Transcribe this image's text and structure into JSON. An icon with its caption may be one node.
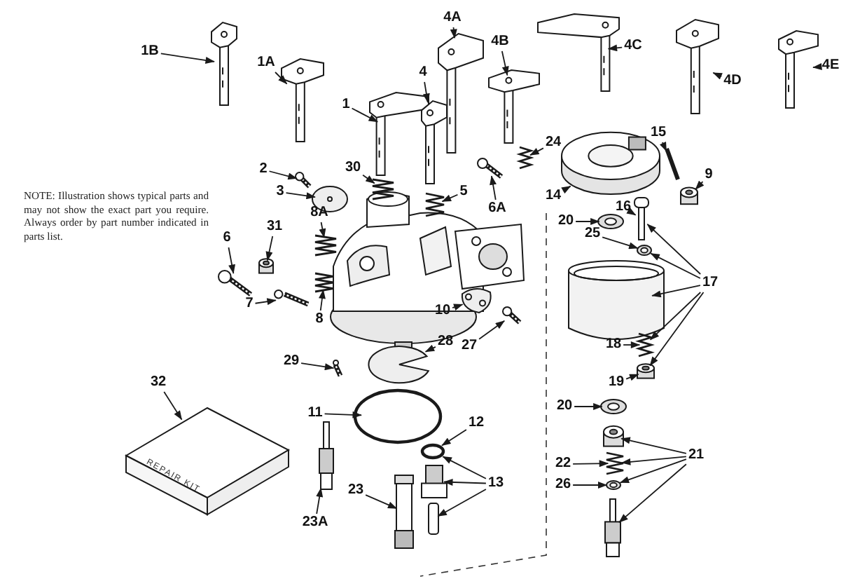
{
  "diagram": {
    "nodes": [
      {
        "text": [
          "1B"
        ]
      },
      {
        "text": [],
        "shape": "picture"
      },
      {
        "text": [
          "1A"
        ]
      },
      {
        "text": [],
        "shape": "picture"
      },
      {
        "text": [
          "4A"
        ]
      },
      {
        "text": [],
        "shape": "picture"
      },
      {
        "text": [
          "4B"
        ]
      },
      {
        "text": [],
        "shape": "picture"
      },
      {
        "text": [
          "4C"
        ]
      },
      {
        "text": [],
        "shape": "picture"
      },
      {
        "text": [
          "4D"
        ]
      },
      {
        "text": [],
        "shape": "picture"
      },
      {
        "text": [
          "4E"
        ]
      },
      {
        "text": [],
        "shape": "picture"
      },
      {
        "text": [
          "1"
        ]
      },
      {
        "text": [],
        "shape": "picture"
      },
      {
        "text": [
          "4"
        ]
      },
      {
        "text": [],
        "shape": "picture"
      },
      {
        "text": [
          "2"
        ]
      },
      {
        "text": [],
        "shape": "picture"
      },
      {
        "text": [
          "30"
        ]
      },
      {
        "text": [],
        "shape": "picture"
      },
      {
        "text": [
          "3"
        ]
      },
      {
        "text": [],
        "shape": "picture"
      },
      {
        "text": [
          "5"
        ]
      },
      {
        "text": [],
        "shape": "picture"
      },
      {
        "text": [
          "6A"
        ]
      },
      {
        "text": [],
        "shape": "picture"
      },
      {
        "text": [
          "24"
        ]
      },
      {
        "text": [],
        "shape": "picture"
      },
      {
        "text": [
          "15"
        ]
      },
      {
        "text": [],
        "shape": "picture"
      },
      {
        "text": [
          "9"
        ]
      },
      {
        "text": [],
        "shape": "cylinder"
      },
      {
        "text": [
          "14"
        ]
      },
      {
        "text": [],
        "shape": "picture"
      },
      {
        "text": [
          "16"
        ]
      },
      {
        "text": [],
        "shape": "picture"
      },
      {
        "text": [
          "20"
        ]
      },
      {
        "text": [],
        "shape": "picture"
      },
      {
        "text": [
          "25"
        ]
      },
      {
        "text": [],
        "shape": "picture"
      },
      {
        "text": [
          "17"
        ]
      },
      {
        "text": [],
        "shape": "cylinder"
      },
      {
        "text": [
          "18"
        ]
      },
      {
        "text": [],
        "shape": "picture"
      },
      {
        "text": [
          "19"
        ]
      },
      {
        "text": [],
        "shape": "cylinder"
      },
      {
        "text": [
          "20"
        ]
      },
      {
        "text": [],
        "shape": "picture"
      },
      {
        "text": [
          "21"
        ]
      },
      {
        "text": [],
        "shape": "cylinder"
      },
      {
        "text": [
          "22"
        ]
      },
      {
        "text": [],
        "shape": "picture"
      },
      {
        "text": [
          "26"
        ]
      },
      {
        "text": [],
        "shape": "picture"
      },
      {
        "text": [],
        "shape": "picture"
      },
      {
        "text": [
          "8A"
        ]
      },
      {
        "text": [],
        "shape": "picture"
      },
      {
        "text": [
          "31"
        ]
      },
      {
        "text": [],
        "shape": "cylinder"
      },
      {
        "text": [
          "6"
        ]
      },
      {
        "text": [],
        "shape": "picture"
      },
      {
        "text": [
          "7"
        ]
      },
      {
        "text": [],
        "shape": "picture"
      },
      {
        "text": [
          "8"
        ]
      },
      {
        "text": [],
        "shape": "picture"
      },
      {
        "text": [
          "10"
        ]
      },
      {
        "text": [],
        "shape": "picture"
      },
      {
        "text": [
          "27"
        ]
      },
      {
        "text": [],
        "shape": "picture"
      },
      {
        "text": [
          "28"
        ]
      },
      {
        "text": [],
        "shape": "picture"
      },
      {
        "text": [
          "29"
        ]
      },
      {
        "text": [],
        "shape": "picture"
      },
      {
        "text": [
          "11"
        ]
      },
      {
        "text": [],
        "shape": "circle"
      },
      {
        "text": [
          "12"
        ]
      },
      {
        "text": [],
        "shape": "circle"
      },
      {
        "text": [
          "13"
        ]
      },
      {
        "text": [],
        "shape": "picture"
      },
      {
        "text": [],
        "shape": "bar"
      },
      {
        "text": [
          "23"
        ]
      },
      {
        "text": [],
        "shape": "picture"
      },
      {
        "text": [
          "23A"
        ]
      },
      {
        "text": [],
        "shape": "picture"
      },
      {
        "text": [
          "32"
        ]
      },
      {
        "text": [
          "REPAIR KIT"
        ]
      }
    ],
    "edges": [
      {
        "from": 0,
        "to": 1,
        "arrow": "to"
      },
      {
        "from": 2,
        "to": 3,
        "arrow": "to"
      },
      {
        "from": 4,
        "to": 5,
        "arrow": "to"
      },
      {
        "from": 6,
        "to": 7,
        "arrow": "to"
      },
      {
        "from": 8,
        "to": 9,
        "arrow": "to"
      },
      {
        "from": 10,
        "to": 11,
        "arrow": "to"
      },
      {
        "from": 12,
        "to": 13,
        "arrow": "to"
      },
      {
        "from": 14,
        "to": 15,
        "arrow": "to"
      },
      {
        "from": 16,
        "to": 17,
        "arrow": "to"
      },
      {
        "from": 18,
        "to": 19,
        "arrow": "to"
      },
      {
        "from": 20,
        "to": 21,
        "arrow": "to"
      },
      {
        "from": 22,
        "to": 23,
        "arrow": "to"
      },
      {
        "from": 24,
        "to": 25,
        "arrow": "to"
      },
      {
        "from": 26,
        "to": 27,
        "arrow": "to"
      },
      {
        "from": 28,
        "to": 29,
        "arrow": "to"
      },
      {
        "from": 30,
        "to": 31,
        "arrow": "to"
      },
      {
        "from": 32,
        "to": 33,
        "arrow": "to"
      },
      {
        "from": 34,
        "to": 35,
        "arrow": "to"
      },
      {
        "from": 36,
        "to": 37,
        "arrow": "to"
      },
      {
        "from": 38,
        "to": 39,
        "arrow": "to"
      },
      {
        "from": 40,
        "to": 41,
        "arrow": "to"
      },
      {
        "from": 42,
        "to": 43,
        "arrow": "to"
      },
      {
        "from": 42,
        "to": 37,
        "arrow": "to"
      },
      {
        "from": 42,
        "to": 41,
        "arrow": "to"
      },
      {
        "from": 42,
        "to": 45,
        "arrow": "to"
      },
      {
        "from": 42,
        "to": 47,
        "arrow": "to"
      },
      {
        "from": 44,
        "to": 45,
        "arrow": "to"
      },
      {
        "from": 46,
        "to": 47,
        "arrow": "to"
      },
      {
        "from": 48,
        "to": 49,
        "arrow": "to"
      },
      {
        "from": 50,
        "to": 51,
        "arrow": "to"
      },
      {
        "from": 50,
        "to": 53,
        "arrow": "to"
      },
      {
        "from": 50,
        "to": 55,
        "arrow": "to"
      },
      {
        "from": 50,
        "to": 56,
        "arrow": "to"
      },
      {
        "from": 52,
        "to": 53,
        "arrow": "to"
      },
      {
        "from": 54,
        "to": 55,
        "arrow": "to"
      },
      {
        "from": 57,
        "to": 58,
        "arrow": "to"
      },
      {
        "from": 59,
        "to": 60,
        "arrow": "to"
      },
      {
        "from": 61,
        "to": 62,
        "arrow": "to"
      },
      {
        "from": 63,
        "to": 64,
        "arrow": "to"
      },
      {
        "from": 65,
        "to": 66,
        "arrow": "to"
      },
      {
        "from": 67,
        "to": 68,
        "arrow": "to"
      },
      {
        "from": 69,
        "to": 70,
        "arrow": "to"
      },
      {
        "from": 71,
        "to": 72,
        "arrow": "to"
      },
      {
        "from": 73,
        "to": 74,
        "arrow": "to"
      },
      {
        "from": 75,
        "to": 76,
        "arrow": "to"
      },
      {
        "from": 77,
        "to": 78,
        "arrow": "to"
      },
      {
        "from": 79,
        "to": 78,
        "arrow": "to"
      },
      {
        "from": 79,
        "to": 80,
        "arrow": "to"
      },
      {
        "from": 79,
        "to": 81,
        "arrow": "to"
      },
      {
        "from": 82,
        "to": 83,
        "arrow": "to"
      },
      {
        "from": 84,
        "to": 85,
        "arrow": "to"
      },
      {
        "from": 86,
        "to": 87,
        "arrow": "to"
      }
    ],
    "labels": [
      "NOTE: Illustration shows typical parts and may not show the exact part you require. Always order by part number indicated in parts list."
    ]
  }
}
